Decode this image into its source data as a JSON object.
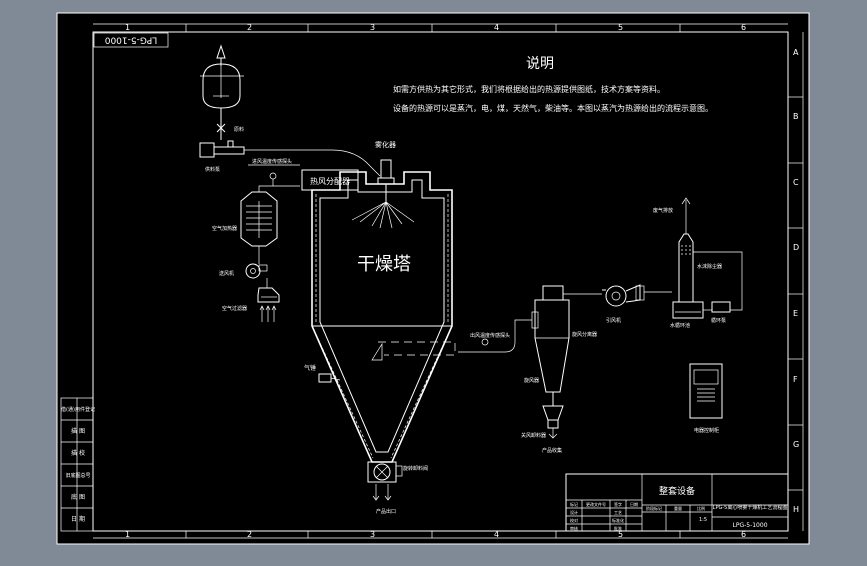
{
  "drawing_number": "LPG-5-1000",
  "column_numbers": [
    "1",
    "2",
    "3",
    "4",
    "5",
    "6"
  ],
  "row_letters": [
    "A",
    "B",
    "C",
    "D",
    "E",
    "F",
    "G",
    "H"
  ],
  "notes": {
    "title": "说明",
    "line1": "如需方供热为其它形式，我们将根据给出的热源提供图纸，技术方案等资料。",
    "line2": "设备的热源可以是蒸汽，电，煤，天然气，柴油等。本图以蒸汽为热源给出的流程示意图。"
  },
  "labels": {
    "dryer": "干燥塔",
    "atomizer": "雾化器",
    "hot_air_distributor": "热风分配器",
    "hot_air_inlet_temp": "进风温度传感探头",
    "heater": "空气加热器",
    "fan_in": "送风机",
    "air_filter": "空气过滤器",
    "feed": "原料",
    "feed_pump": "供料泵",
    "air_hammer": "气锤",
    "discharge_valve": "旋转卸料阀",
    "product_out": "产品出口",
    "outlet_temp": "出风温度传感探头",
    "cyclone": "旋风分离器",
    "discharger": "关风卸料器",
    "product": "产品收集",
    "induced_fan": "引风机",
    "scrubber": "水沫除尘器",
    "exhaust": "废气排放",
    "water_tank": "水循环池",
    "pump": "循环泵",
    "control_cabinet": "电器控制柜",
    "cyclone_body": "旋风器"
  },
  "left_strip": [
    "借(通)用件登记",
    "描 图",
    "描 校",
    "旧底图总号",
    "底 图",
    "日 期"
  ],
  "title_block": {
    "equipment": "整套设备",
    "drawing_title": "LPG-5离心喷雾干燥机工艺流程图",
    "drawing_no": "LPG-5-1000",
    "scale": "1:5",
    "headers": [
      "标记",
      "处数",
      "更改文件号",
      "签字",
      "日期"
    ],
    "roles": [
      "设计",
      "校对",
      "审核",
      "工艺",
      "标准化",
      "批准"
    ],
    "stage_label": "阶段标记",
    "weight_label": "重量",
    "ratio_label": "比例"
  }
}
